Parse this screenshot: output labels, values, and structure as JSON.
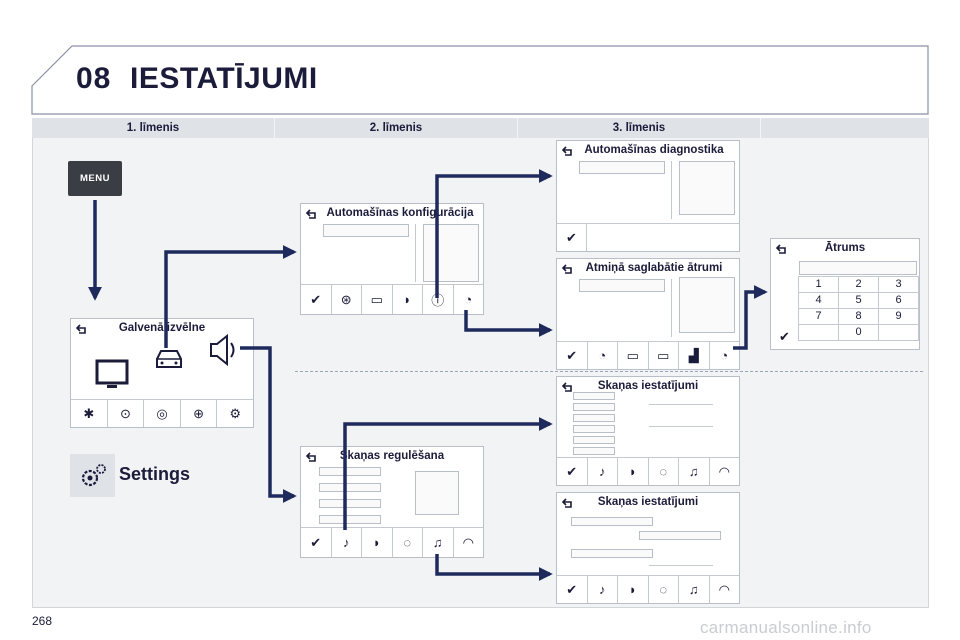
{
  "chapter": {
    "number": "08",
    "title": "IESTATĪJUMI"
  },
  "levels": [
    "1. līmenis",
    "2. līmenis",
    "3. līmenis"
  ],
  "menu_button": "MENU",
  "settings_label": "Settings",
  "screens": {
    "main_menu": "Galvenā izvēlne",
    "car_config": "Automašīnas konfigurācija",
    "sound_adjust": "Skaņas regulēšana",
    "diagnostics": "Automašīnas diagnostika",
    "saved_speeds": "Atmiņā saglabātie ātrumi",
    "speed": "Ātrums",
    "sound_settings_1": "Skaņas iestatījumi",
    "sound_settings_2": "Skaņas iestatījumi"
  },
  "keypad": [
    "1",
    "2",
    "3",
    "4",
    "5",
    "6",
    "7",
    "8",
    "9",
    "",
    "0",
    ""
  ],
  "page_number": "268",
  "watermark": "carmanualsonline.info",
  "colors": {
    "arrow": "#1f2a5c",
    "panel": "#f2f3f4",
    "level_bar": "#dfe2e7"
  },
  "icons": [
    "back-icon",
    "check-icon",
    "monitor-icon",
    "car-icon",
    "speaker-icon",
    "bluetooth-icon",
    "gps-icon",
    "radio-icon",
    "globe-icon",
    "gears-icon",
    "steering-wheel-icon",
    "light-icon",
    "info-icon",
    "speedometer-icon",
    "eq-icon",
    "volume-icon"
  ]
}
